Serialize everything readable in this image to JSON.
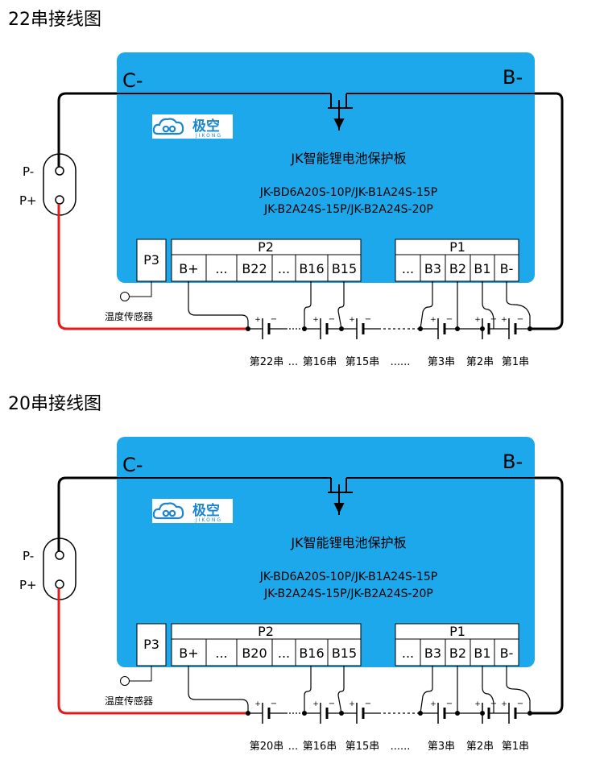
{
  "diagrams": [
    {
      "title": "22串接线图",
      "c_minus": "C-",
      "b_minus": "B-",
      "p_minus": "P-",
      "p_plus": "P+",
      "board_name": "JK智能锂电池保护板",
      "model_line1": "JK-BD6A20S-10P/JK-B1A24S-15P",
      "model_line2": "JK-B2A24S-15P/JK-B2A24S-20P",
      "p3_label": "P3",
      "p2_label": "P2",
      "p1_label": "P1",
      "p2_pins": [
        "B+",
        "...",
        "B22",
        "...",
        "B16",
        "B15"
      ],
      "p1_pins": [
        "...",
        "B3",
        "B2",
        "B1",
        "B-"
      ],
      "temp_sensor": "温度传感器",
      "cells": [
        "第22串",
        "...",
        "第16串",
        "第15串",
        "......",
        "第3串",
        "第2串",
        "第1串"
      ]
    },
    {
      "title": "20串接线图",
      "c_minus": "C-",
      "b_minus": "B-",
      "p_minus": "P-",
      "p_plus": "P+",
      "board_name": "JK智能锂电池保护板",
      "model_line1": "JK-BD6A20S-10P/JK-B1A24S-15P",
      "model_line2": "JK-B2A24S-15P/JK-B2A24S-20P",
      "p3_label": "P3",
      "p2_label": "P2",
      "p1_label": "P1",
      "p2_pins": [
        "B+",
        "...",
        "B20",
        "...",
        "B16",
        "B15"
      ],
      "p1_pins": [
        "...",
        "B3",
        "B2",
        "B1",
        "B-"
      ],
      "temp_sensor": "温度传感器",
      "cells": [
        "第20串",
        "...",
        "第16串",
        "第15串",
        "......",
        "第3串",
        "第2串",
        "第1串"
      ]
    }
  ],
  "logo": {
    "text": "极空",
    "subtext": "JIKONG"
  },
  "colors": {
    "board": "#1da8ec",
    "wire": "#000000",
    "positive_wire": "#e41b1b",
    "logo_blue": "#1a86d0"
  }
}
